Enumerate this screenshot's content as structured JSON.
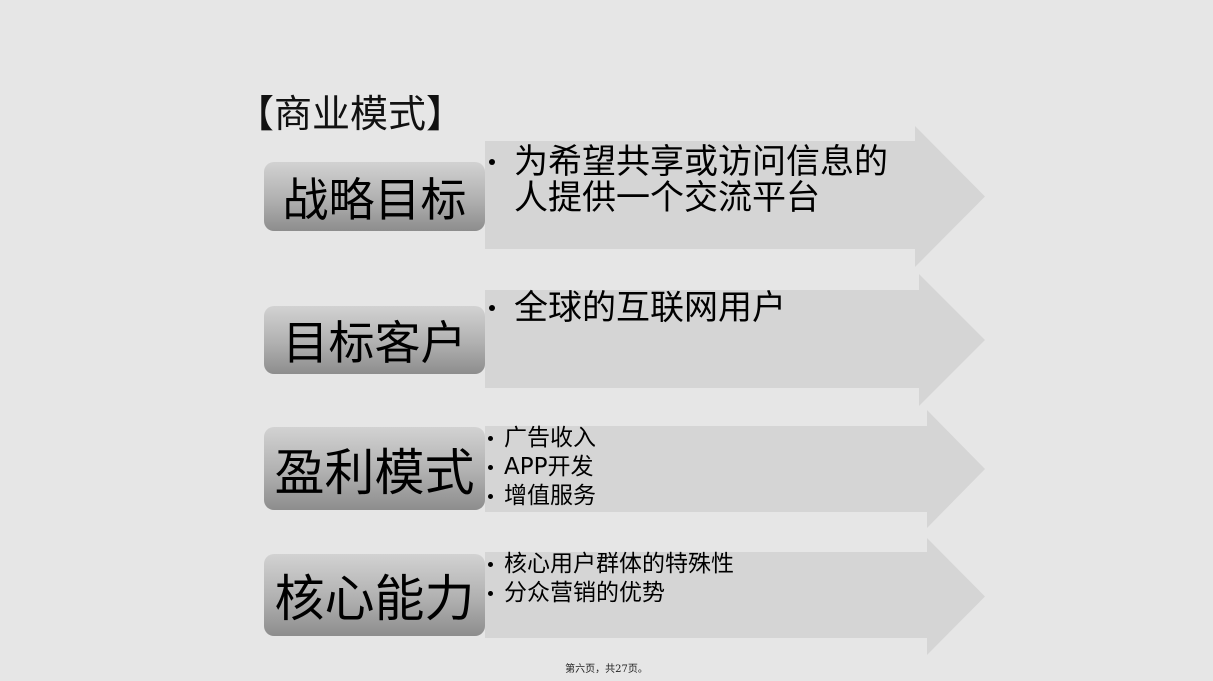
{
  "slide": {
    "title": "【商业模式】",
    "footer": "第六页，共27页。"
  },
  "rows": [
    {
      "label": "战略目标",
      "bullets": [
        "为希望共享或访问信息的",
        "人提供一个交流平台"
      ]
    },
    {
      "label": "目标客户",
      "bullets": [
        "全球的互联网用户"
      ]
    },
    {
      "label": "盈利模式",
      "bullets": [
        "广告收入",
        "APP开发",
        "增值服务"
      ]
    },
    {
      "label": "核心能力",
      "bullets": [
        "核心用户群体的特殊性",
        "分众营销的优势"
      ]
    }
  ],
  "colors": {
    "background": "#e6e6e6",
    "arrow": "#d5d5d5",
    "label_box_top": "#d2d2d2",
    "label_box_bottom": "#8d8d8d"
  }
}
